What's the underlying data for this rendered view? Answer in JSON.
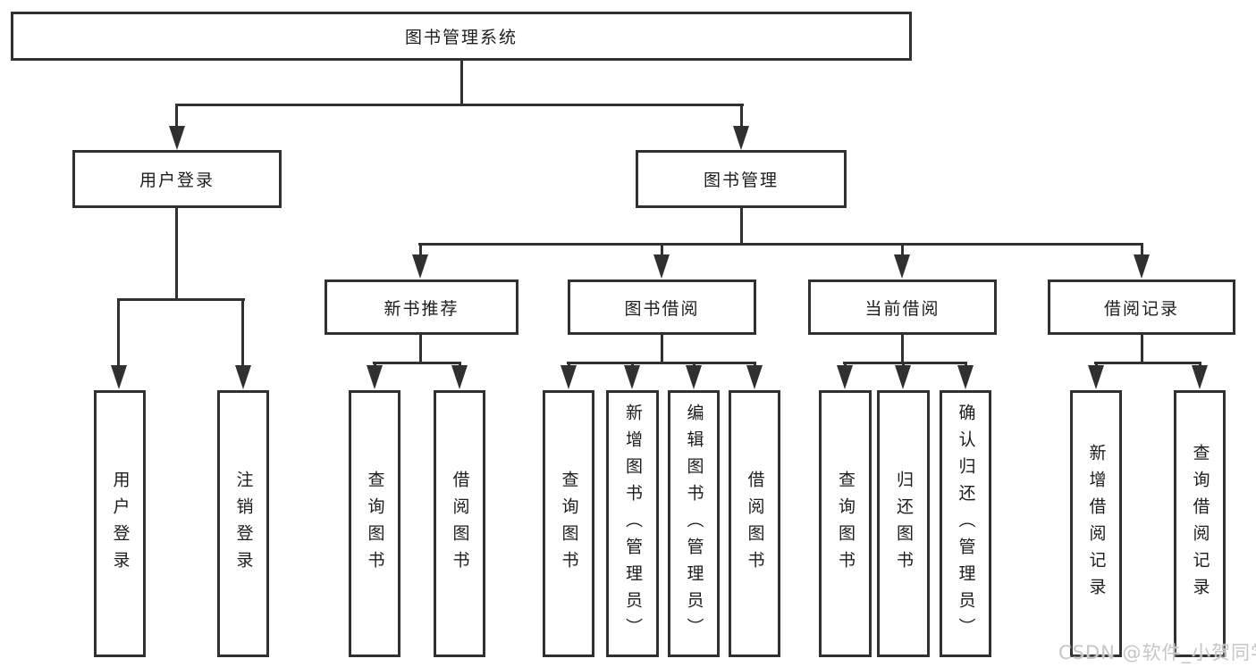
{
  "colors": {
    "line": "#303030",
    "text": "#1c1c1c",
    "background": "#ffffff",
    "watermark": "#c6c6c6"
  },
  "watermark": {
    "text": "CSDN @软件_小贺同学"
  },
  "tree": {
    "root": {
      "label": "图书管理系统"
    },
    "branches": [
      {
        "label": "用户登录",
        "children": [
          {
            "label": "用户登录"
          },
          {
            "label": "注销登录"
          }
        ]
      },
      {
        "label": "图书管理",
        "children": [
          {
            "label": "新书推荐",
            "children": [
              {
                "label": "查询图书"
              },
              {
                "label": "借阅图书"
              }
            ]
          },
          {
            "label": "图书借阅",
            "children": [
              {
                "label": "查询图书"
              },
              {
                "label": "新增图书（管理员）"
              },
              {
                "label": "编辑图书（管理员）"
              },
              {
                "label": "借阅图书"
              }
            ]
          },
          {
            "label": "当前借阅",
            "children": [
              {
                "label": "查询图书"
              },
              {
                "label": "归还图书"
              },
              {
                "label": "确认归还（管理员）"
              }
            ]
          },
          {
            "label": "借阅记录",
            "children": [
              {
                "label": "新增借阅记录"
              },
              {
                "label": "查询借阅记录"
              }
            ]
          }
        ]
      }
    ]
  }
}
